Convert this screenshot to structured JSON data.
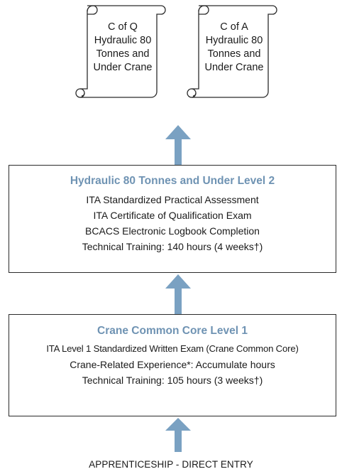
{
  "certificates": [
    {
      "lines": [
        "C of Q",
        "Hydraulic 80",
        "Tonnes and",
        "Under Crane"
      ]
    },
    {
      "lines": [
        "C of A",
        "Hydraulic 80",
        "Tonnes and",
        "Under Crane"
      ]
    }
  ],
  "level2": {
    "title": "Hydraulic 80 Tonnes and Under Level 2",
    "lines": [
      "ITA Standardized Practical Assessment",
      "ITA Certificate of Qualification Exam",
      "BCACS Electronic Logbook Completion",
      "Technical Training:  140 hours (4 weeks†)"
    ]
  },
  "level1": {
    "title": "Crane Common Core Level 1",
    "lines": [
      "ITA Level 1 Standardized Written Exam (Crane Common Core)",
      "Crane-Related Experience*:  Accumulate hours",
      "Technical Training: 105 hours (3 weeks†)"
    ]
  },
  "entry": {
    "label": "APPRENTICESHIP - DIRECT ENTRY"
  },
  "colors": {
    "arrow": "#7aa1c2",
    "title": "#6f93b3",
    "border": "#2b2b2b"
  }
}
